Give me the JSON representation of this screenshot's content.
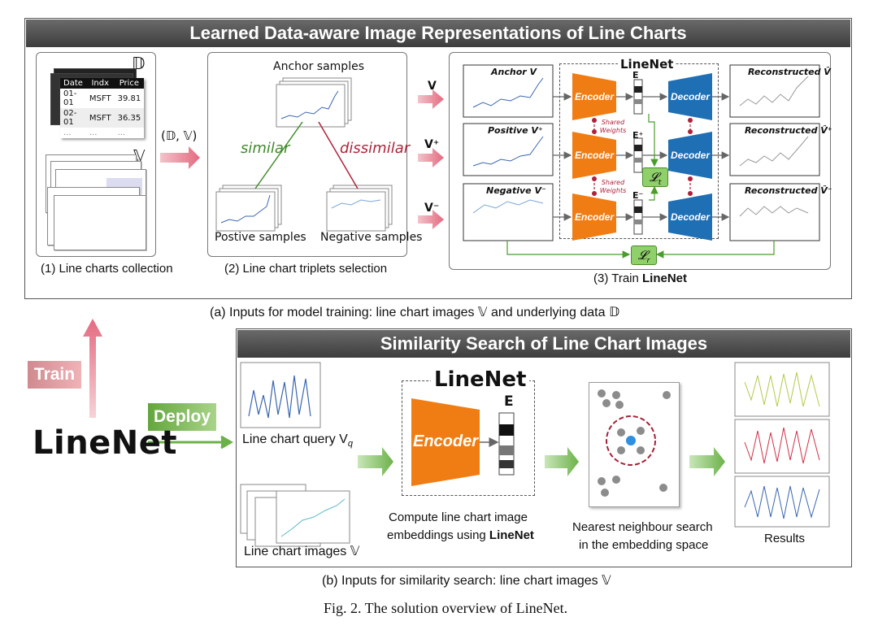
{
  "top_banner": "Learned Data-aware Image Representations of Line Charts",
  "bottom_banner": "Similarity Search of Line Chart Images",
  "step1": {
    "label": "(1) Line charts collection",
    "data_symbol": "𝔻",
    "charts_symbol": "𝕍",
    "table_headers": [
      "Date",
      "Indx",
      "Price"
    ],
    "table_rows": [
      [
        "01-01",
        "MSFT",
        "39.81"
      ],
      [
        "02-01",
        "MSFT",
        "36.35"
      ],
      [
        "...",
        "...",
        "..."
      ]
    ]
  },
  "pair_label": "(𝔻, 𝕍)",
  "step2": {
    "label": "(2) Line chart triplets selection",
    "anchor": "Anchor  samples",
    "positive": "Postive samples",
    "negative": "Negative samples",
    "similar": "similar",
    "dissimilar": "dissimilar"
  },
  "step3": {
    "label_prefix": "(3) Train ",
    "label_bold": "LineNet",
    "linenet_title": "LineNet",
    "anchor": "Anchor  V",
    "positive": "Positive  V⁺",
    "negative": "Negative  V⁻",
    "reconstructed_anchor": "Reconstructed  V̂",
    "reconstructed_positive": "Reconstructed  V̂⁺",
    "reconstructed_negative": "Reconstructed  V̂⁻",
    "encoder": "Encoder",
    "decoder": "Decoder",
    "shared_weights": "Shared Weights",
    "e": "E",
    "e_plus": "E⁺",
    "e_minus": "E⁻",
    "loss_t": "𝓛",
    "loss_t_sub": "t",
    "loss_r": "𝓛",
    "loss_r_sub": "r",
    "v": "V",
    "v_plus": "V⁺",
    "v_minus": "V⁻"
  },
  "caption_a": "(a) Inputs for model training:  line chart images 𝕍 and underlying data 𝔻",
  "train_tag": "Train",
  "deploy_tag": "Deploy",
  "linenet_logo": "LineNet",
  "search": {
    "query_label": "Line chart query V",
    "query_sub": "q",
    "images_label": "Line chart images 𝕍",
    "linenet_title": "LineNet",
    "encoder": "Encoder",
    "e": "E",
    "compute_line1": "Compute line chart image",
    "compute_line2_prefix": "embeddings using ",
    "compute_line2_bold": "LineNet",
    "nn_line1": "Nearest neighbour search",
    "nn_line2": "in the embedding space",
    "results": "Results"
  },
  "caption_b": "(b) Inputs for similarity search: line chart images 𝕍",
  "figure_caption": "Fig. 2.  The solution overview of LineNet.",
  "colors": {
    "encoder": "#f07d14",
    "decoder": "#1f6fb5",
    "loss": "#8fd06a",
    "pink_arrow": "#e46a7f",
    "green_arrow": "#6cb24a",
    "similar": "#3f8a2a",
    "dissimilar": "#b0223a"
  }
}
